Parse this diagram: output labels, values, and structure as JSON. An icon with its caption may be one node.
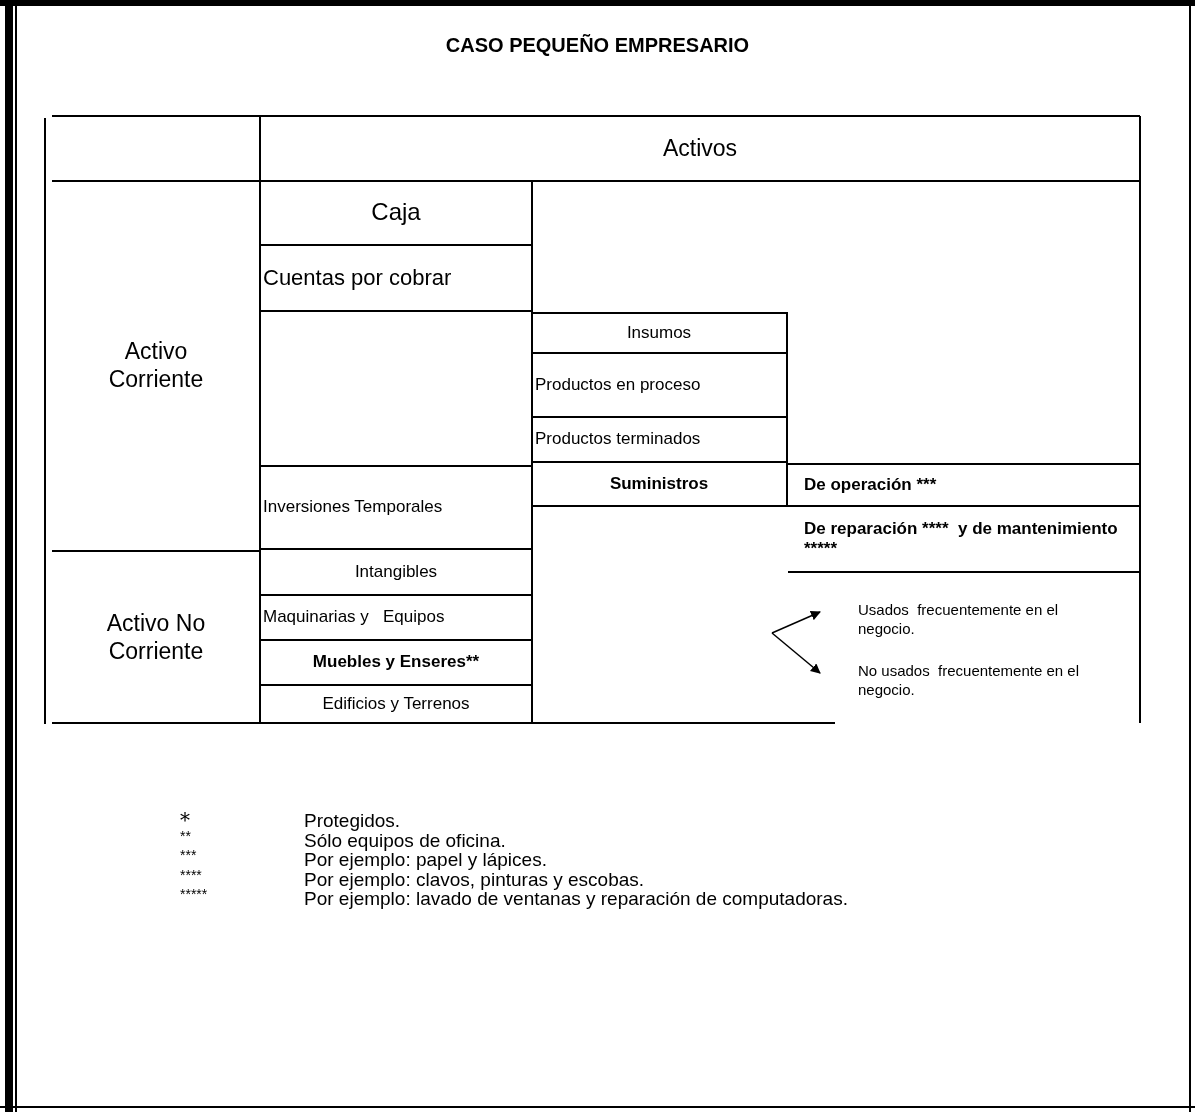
{
  "diagram": {
    "title": "CASO PEQUEÑO EMPRESARIO",
    "nodes": [
      {
        "text": [
          "Activos"
        ]
      },
      {
        "text": [
          "Activo Corriente"
        ]
      },
      {
        "text": [
          "Caja"
        ]
      },
      {
        "text": [
          "Cuentas por cobrar"
        ]
      },
      {
        "text": [
          "Insumos"
        ]
      },
      {
        "text": [
          "Productos en proceso"
        ]
      },
      {
        "text": [
          "Productos terminados"
        ]
      },
      {
        "text": [
          "Suministros"
        ]
      },
      {
        "text": [
          "De operación ***"
        ]
      },
      {
        "text": [
          "Inversiones Temporales"
        ]
      },
      {
        "text": [
          "De reparación ****  y de mantenimiento *****"
        ]
      },
      {
        "text": [
          "Activo No Corriente"
        ]
      },
      {
        "text": [
          "Intangibles"
        ]
      },
      {
        "text": [
          "Maquinarias y   Equipos"
        ]
      },
      {
        "text": [
          "Muebles y Enseres**"
        ]
      },
      {
        "text": [
          "Edificios y Terrenos"
        ]
      },
      {
        "text": [
          "Usados  frecuentemente en el negocio."
        ]
      },
      {
        "text": [
          "No usados  frecuentemente en el negocio."
        ]
      }
    ],
    "edges": [
      {
        "from": null,
        "to": 16,
        "arrow": "to"
      },
      {
        "from": null,
        "to": 17,
        "arrow": "to"
      }
    ],
    "labels": [
      "*",
      "Protegidos.",
      "**",
      "Sólo equipos de oficina.",
      "***",
      "Por ejemplo: papel y lápices.",
      "****",
      "Por ejemplo: clavos, pinturas y escobas.",
      "*****",
      "Por ejemplo: lavado de ventanas y reparación de computadoras."
    ]
  }
}
